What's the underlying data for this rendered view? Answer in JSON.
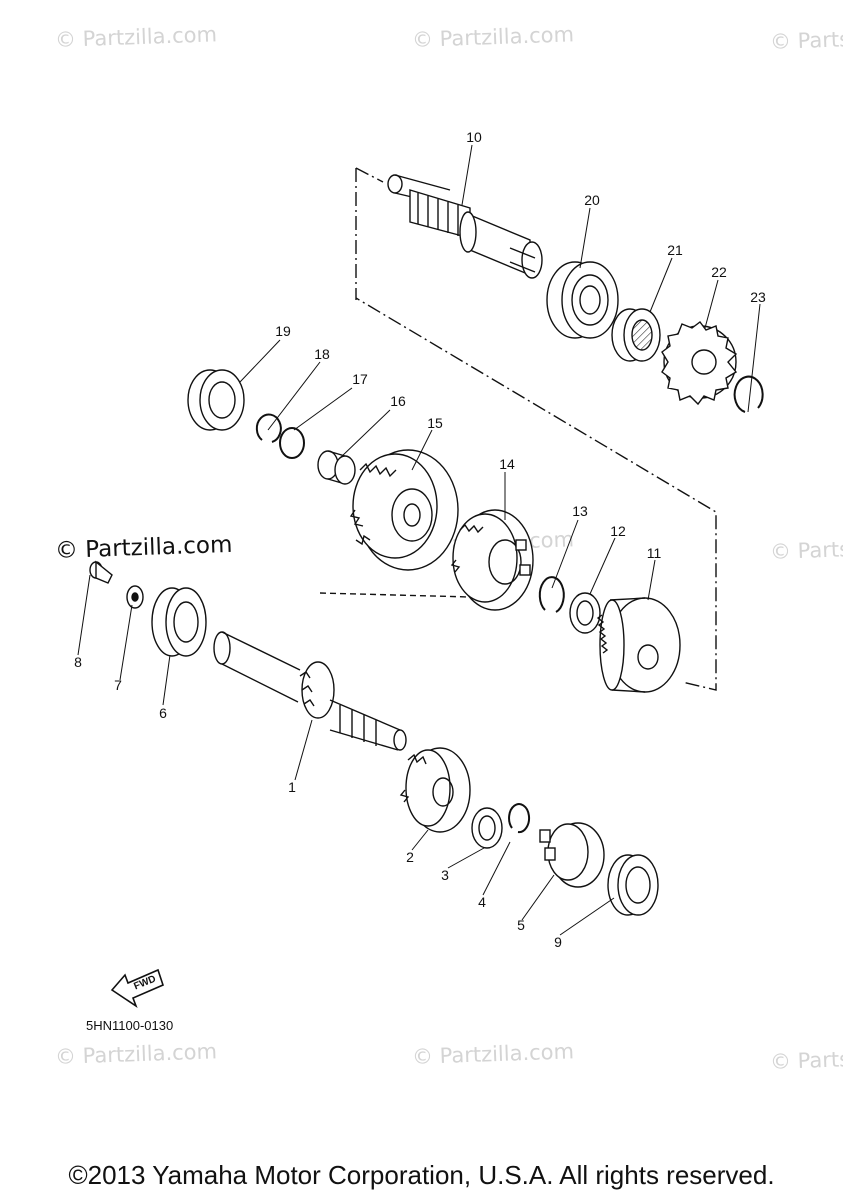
{
  "watermark": "© Partzilla.com",
  "watermark_partial": "© Parts",
  "part_numbers": [
    "1",
    "2",
    "3",
    "4",
    "5",
    "6",
    "7",
    "8",
    "9",
    "10",
    "11",
    "12",
    "13",
    "14",
    "15",
    "16",
    "17",
    "18",
    "19",
    "20",
    "21",
    "22",
    "23"
  ],
  "fwd_label": "FWD",
  "diagram_code": "5HN1100-0130",
  "copyright": "©2013 Yamaha Motor Corporation, U.S.A. All rights reserved."
}
